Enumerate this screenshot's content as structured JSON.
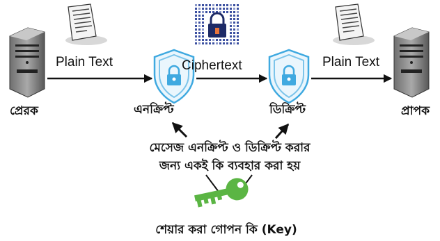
{
  "nodes": {
    "sender": "প্রেরক",
    "encrypt": "এনক্রিপ্ট",
    "decrypt": "ডিক্রিপ্ট",
    "receiver": "প্রাপক"
  },
  "edges": {
    "plain_text_left": "Plain Text",
    "ciphertext": "Ciphertext",
    "plain_text_right": "Plain Text"
  },
  "note": {
    "line1": "মেসেজ এনক্রিপ্ট ও ডিক্রিপ্ট করার",
    "line2": "জন্য একই কি ব্যবহার করা হয়"
  },
  "key_caption": "শেয়ার করা গোপন কি (Key)",
  "icons": {
    "server": "server-tower-icon",
    "document": "document-icon",
    "shield": "shield-lock-icon",
    "cipher": "cipher-grid-lock-icon",
    "key": "key-icon"
  },
  "colors": {
    "shield_stroke": "#3fa9e0",
    "key_fill": "#5bb544",
    "cipher_blue": "#3b4fa0"
  }
}
